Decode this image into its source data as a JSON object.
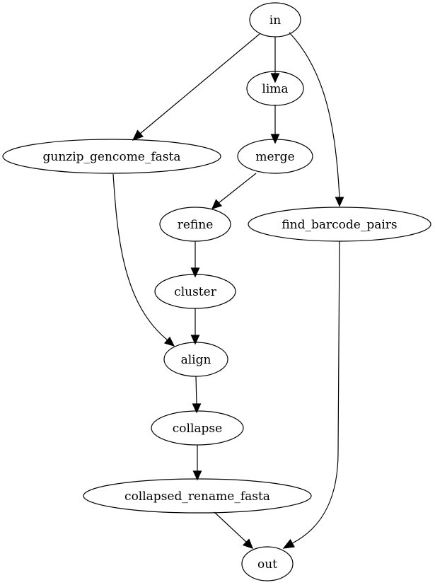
{
  "nodes": {
    "in": "in",
    "lima": "lima",
    "gunzip": "gunzip_gencome_fasta",
    "merge": "merge",
    "refine": "refine",
    "find_barcode_pairs": "find_barcode_pairs",
    "cluster": "cluster",
    "align": "align",
    "collapse": "collapse",
    "collapsed_rename_fasta": "collapsed_rename_fasta",
    "out": "out"
  },
  "edges": [
    {
      "from": "in",
      "to": "lima"
    },
    {
      "from": "in",
      "to": "gunzip"
    },
    {
      "from": "in",
      "to": "find_barcode_pairs"
    },
    {
      "from": "lima",
      "to": "merge"
    },
    {
      "from": "merge",
      "to": "refine"
    },
    {
      "from": "gunzip",
      "to": "align"
    },
    {
      "from": "refine",
      "to": "cluster"
    },
    {
      "from": "cluster",
      "to": "align"
    },
    {
      "from": "align",
      "to": "collapse"
    },
    {
      "from": "collapse",
      "to": "collapsed_rename_fasta"
    },
    {
      "from": "collapsed_rename_fasta",
      "to": "out"
    },
    {
      "from": "find_barcode_pairs",
      "to": "out"
    }
  ]
}
